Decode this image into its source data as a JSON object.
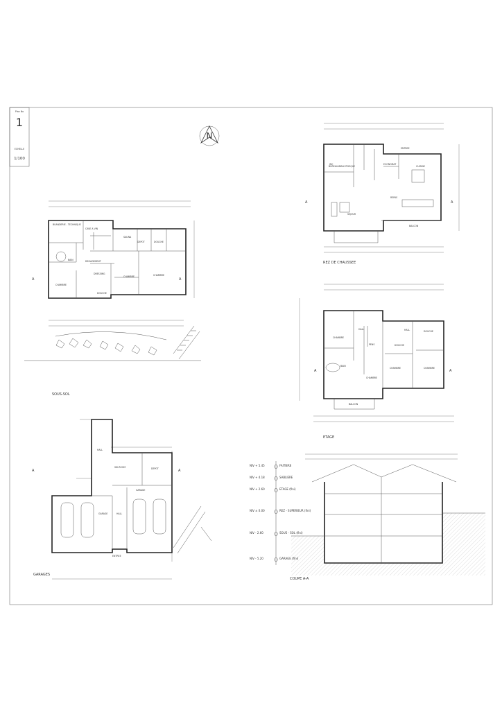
{
  "title_block": {
    "plan_no_label": "Plan No",
    "plan_no": "1",
    "scale_label": "ECHELLE",
    "scale": "1/100"
  },
  "north_arrow": {
    "letter": "N"
  },
  "plans": {
    "sous_sol": {
      "title": "SOUS-SOL",
      "rooms": [
        "BUANDERIE - TECHNIQUE",
        "CAVE A VIN",
        "SAUNA",
        "DEPOT",
        "DOUCHE",
        "BAIN",
        "DEGAGEMENT",
        "DRESSING",
        "CHAMBRE",
        "CHAMBRE",
        "CHAMBRE",
        "DOUCHE"
      ]
    },
    "rez_de_chaussee": {
      "title": "REZ DE CHAUSSEE",
      "rooms": [
        "WC",
        "BUREAU-BIBLIOTHEQUE",
        "ENTREE",
        "ECONOMAT",
        "CUISINE",
        "REPAS",
        "SEJOUR",
        "BALCON"
      ]
    },
    "etage": {
      "title": "ETAGE",
      "rooms": [
        "CHAMBRE",
        "HALL",
        "PENS",
        "BAIN",
        "CHAMBRE",
        "DOUCHE",
        "HALL",
        "DOUCHE",
        "CHAMBRE",
        "CHAMBRE",
        "BALCON"
      ]
    },
    "garages": {
      "title": "GARAGES",
      "rooms": [
        "HALL",
        "SKI-ROOM",
        "DEPOT",
        "GARAGE",
        "HALL",
        "GARAGE",
        "ENTREE"
      ]
    },
    "coupe": {
      "title": "COUPE A-A",
      "section_mark": "A",
      "levels": [
        {
          "value": "NIV + 5.45",
          "name": "FAITIERE"
        },
        {
          "value": "NIV + 4.18",
          "name": "SABLIERE"
        },
        {
          "value": "NIV + 2.60",
          "name": "ETAGE (fini)"
        },
        {
          "value": "NIV ± 0.00",
          "name": "REZ - SUPERIEUR (fini)"
        },
        {
          "value": "NIV - 2.60",
          "name": "SOUS - SOL (fini)"
        },
        {
          "value": "NIV - 5.20",
          "name": "GARAGE (fini)"
        }
      ]
    }
  }
}
